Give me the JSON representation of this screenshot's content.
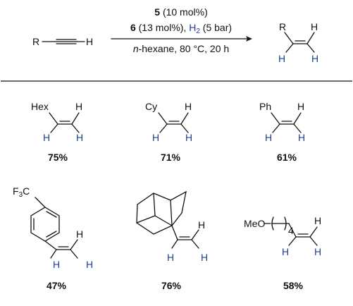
{
  "reaction": {
    "reactant": {
      "r": "R",
      "h": "H"
    },
    "conditions": {
      "catalyst_num": "5",
      "catalyst_amt": "(10 mol%)",
      "ligand_num": "6",
      "ligand_amt": "(13 mol%),",
      "h2_label": "H",
      "h2_sub": "2",
      "h2_pressure": "(5 bar)",
      "solvent_italic": "n",
      "solvent_rest": "-hexane, 80 °C, 20 h"
    },
    "product": {
      "r": "R",
      "h_top": "H",
      "h_bl": "H",
      "h_br": "H"
    }
  },
  "substrates": [
    {
      "label": "Hex",
      "h_top": "H",
      "h_bl": "H",
      "h_br": "H",
      "yield": "75%"
    },
    {
      "label": "Cy",
      "h_top": "H",
      "h_bl": "H",
      "h_br": "H",
      "yield": "71%"
    },
    {
      "label": "Ph",
      "h_top": "H",
      "h_bl": "H",
      "h_br": "H",
      "yield": "61%"
    },
    {
      "label_f": "F",
      "label_sub": "3",
      "label_c": "C",
      "h_top": "H",
      "h_bl": "H",
      "h_br": "H",
      "yield": "47%"
    },
    {
      "h_top": "H",
      "h_bl": "H",
      "h_br": "H",
      "yield": "76%"
    },
    {
      "label": "MeO",
      "subscript": "4",
      "h_top": "H",
      "h_bl": "H",
      "h_br": "H",
      "yield": "58%"
    }
  ],
  "colors": {
    "text": "#111111",
    "highlight": "#1f3c9a"
  }
}
